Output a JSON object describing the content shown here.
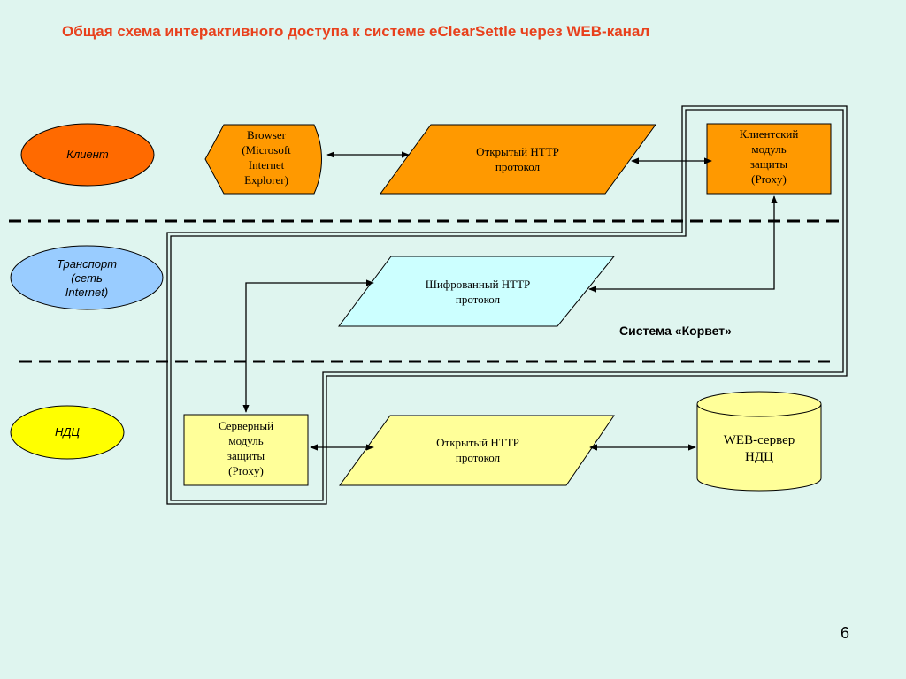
{
  "title": "Общая схема интерактивного доступа к системе eClearSettle через WEB-канал",
  "roles": {
    "client": "Клиент",
    "transport": "Транспорт\n(сеть\nInternet)",
    "ndc": "НДЦ"
  },
  "nodes": {
    "browser": "Browser\n(Microsoft\nInternet\nExplorer)",
    "open_http_top": "Открытый HTTP\nпротокол",
    "client_proxy": "Клиентский\nмодуль\nзащиты\n(Proxy)",
    "encrypted_http": "Шифрованный HTTP\nпротокол",
    "server_proxy": "Серверный\nмодуль\nзащиты\n(Proxy)",
    "open_http_bottom": "Открытый HTTP\nпротокол",
    "web_server": "WEB-сервер\nНДЦ"
  },
  "system_label": "Система «Корвет»",
  "page_number": "6",
  "colors": {
    "title": "#e8401c",
    "client_orange": "#ff6a00",
    "node_orange": "#ff9900",
    "transport_blue": "#99ccff",
    "encrypted_cyan": "#ccffff",
    "ndc_yellow": "#ffff00",
    "node_yellow": "#ffff99",
    "background": "#dff5ef"
  }
}
